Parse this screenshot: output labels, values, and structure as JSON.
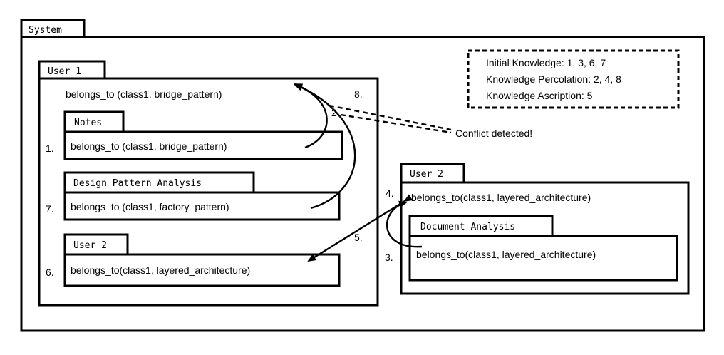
{
  "system": {
    "tab_label": "System"
  },
  "legend": {
    "lines": [
      "Initial Knowledge: 1, 3, 6, 7",
      "Knowledge Percolation: 2, 4, 8",
      "Knowledge Ascription: 5"
    ]
  },
  "user1": {
    "tab_label": "User 1",
    "fact": "belongs_to (class1, bridge_pattern)",
    "notes": {
      "tab_label": "Notes",
      "fact": "belongs_to (class1, bridge_pattern)",
      "step": "1."
    },
    "design_pattern_analysis": {
      "tab_label": "Design Pattern Analysis",
      "fact": "belongs_to (class1, factory_pattern)",
      "step": "7."
    },
    "user2_view": {
      "tab_label": "User 2",
      "fact": "belongs_to(class1, layered_architecture)",
      "step": "6."
    }
  },
  "user2": {
    "tab_label": "User 2",
    "fact": "belongs_to(class1, layered_architecture)",
    "fact_step": "4.",
    "document_analysis": {
      "tab_label": "Document Analysis",
      "fact": "belongs_to(class1, layered_architecture)",
      "step": "3."
    }
  },
  "arrows": {
    "step2": "2.",
    "step8": "8.",
    "step5": "5."
  },
  "conflict": {
    "label": "Conflict detected!"
  }
}
